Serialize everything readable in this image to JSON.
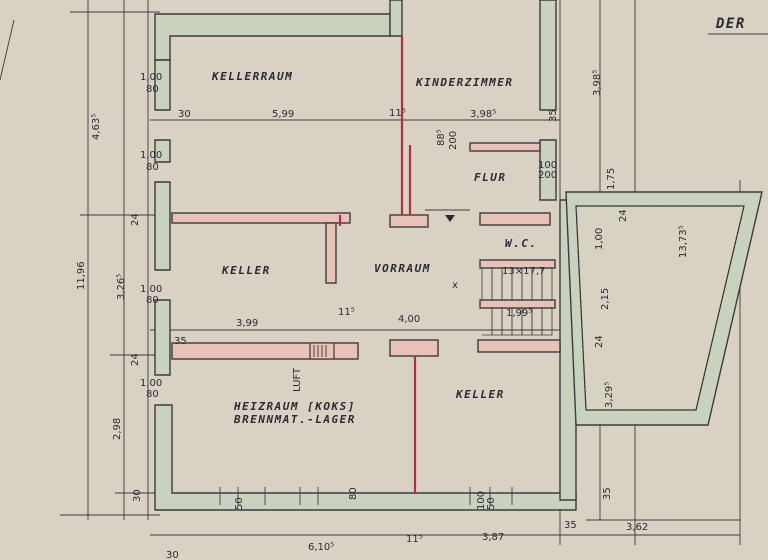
{
  "title_fragment": "DER",
  "rooms": {
    "kellerraum": "KELLERRAUM",
    "kinderzimmer": "KINDERZIMMER",
    "flur": "FLUR",
    "keller_left": "KELLER",
    "vorraum": "VORRAUM",
    "wc": "W.C.",
    "heizraum_line1": "HEIZRAUM [KOKS]",
    "heizraum_line2": "BRENNMAT.-LAGER",
    "keller_right": "KELLER",
    "luft": "LUFT"
  },
  "dimensions": {
    "top_699": "5,99",
    "top_398": "3,98⁵",
    "left_4635": "4,63⁵",
    "left_3265": "3,26⁵",
    "left_1196": "11,96",
    "left_298": "2,98",
    "right_398": "3,98⁵",
    "right_1735": "13,73⁵",
    "mid_399": "3,99",
    "mid_400": "4,00",
    "mid_1995": "1,99⁵",
    "bottom_6105": "6,10⁵",
    "bottom_387": "3,87",
    "bottom_362": "3,62",
    "bottom_35": "35",
    "bottom_115": "11⁵",
    "bottom_30": "30",
    "stair": "13×17,7",
    "w_30_a": "30",
    "w_30_b": "30",
    "w_24_a": "24",
    "w_24_b": "24",
    "w_35": "35",
    "w_115_a": "11⁵",
    "w_115_b": "11⁵",
    "h_100_80_a": "1,00",
    "h_100_80_a2": "80",
    "h_100_80_b": "1,00",
    "h_100_80_b2": "80",
    "h_100_80_c": "1,00",
    "h_100_80_c2": "80",
    "h_100_80_d": "1,00",
    "h_100_80_d2": "80",
    "h_885_200": "88⁵",
    "h_200": "200",
    "h_100_200": "100",
    "h_200b": "200",
    "v_175": "1,75",
    "v_100": "1,00",
    "v_215": "2,15",
    "v_24": "24",
    "v_3295": "3,29⁵",
    "v_24b": "24",
    "v_50": "50",
    "v_80": "80",
    "v_100b": "100",
    "v_50b": "50",
    "v_35": "35",
    "v_35b": "35"
  }
}
